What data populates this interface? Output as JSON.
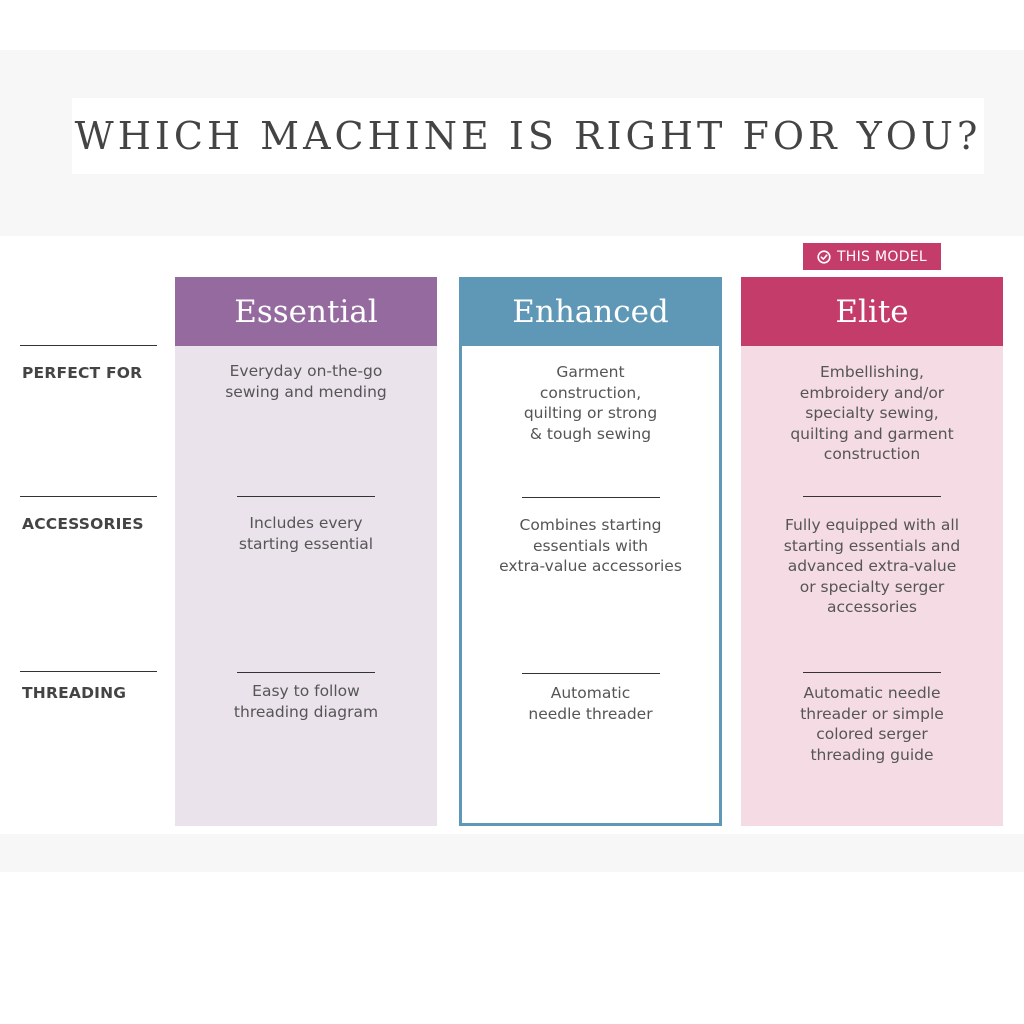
{
  "title": "WHICH MACHINE IS RIGHT FOR YOU?",
  "badge": {
    "label": "THIS MODEL",
    "icon": "check-circle-icon"
  },
  "row_labels": [
    "PERFECT FOR",
    "ACCESSORIES",
    "THREADING"
  ],
  "columns": [
    {
      "name": "Essential",
      "color": "#956a9f",
      "perfect_for": "Everyday on-the-go\nsewing and mending",
      "accessories": "Includes every\nstarting essential",
      "threading": "Easy to follow\nthreading diagram"
    },
    {
      "name": "Enhanced",
      "color": "#5f98b6",
      "perfect_for": "Garment\nconstruction,\nquilting or strong\n& tough sewing",
      "accessories": "Combines starting\nessentials with\nextra-value accessories",
      "threading": "Automatic\nneedle threader"
    },
    {
      "name": "Elite",
      "color": "#c43c6a",
      "perfect_for": "Embellishing,\nembroidery and/or\nspecialty sewing,\nquilting and garment\nconstruction",
      "accessories": "Fully equipped with all\nstarting essentials and\nadvanced extra-value\nor specialty serger\naccessories",
      "threading": "Automatic needle\nthreader or simple\ncolored serger\nthreading guide"
    }
  ]
}
